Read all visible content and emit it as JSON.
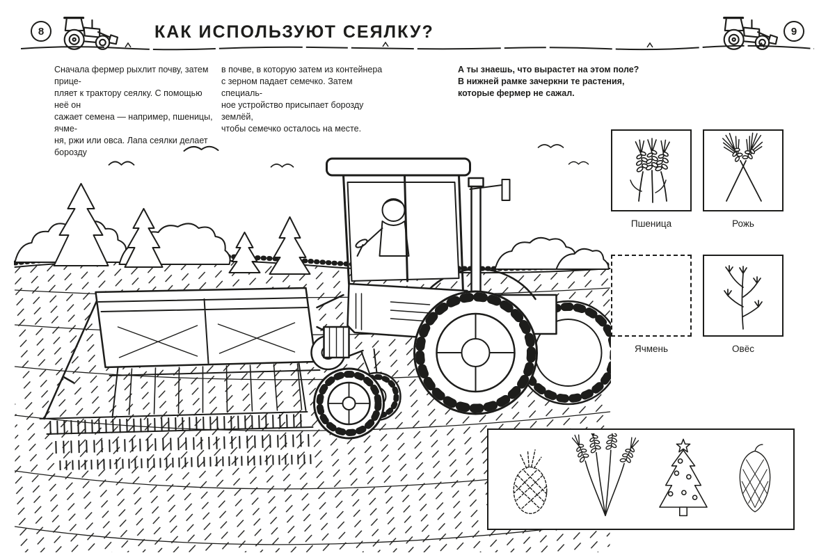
{
  "colors": {
    "ink": "#1d1d1b",
    "paper": "#ffffff"
  },
  "header": {
    "left_page_number": "8",
    "right_page_number": "9",
    "title": "Как используют сеялку?",
    "left_icon": "tractor-icon",
    "right_icon": "tractor-icon"
  },
  "intro": {
    "column1_lines": [
      "Сначала фермер рыхлит почву, затем прице-",
      "пляет к трактору сеялку. С помощью неё он",
      "сажает семена — например, пшеницы, ячме-",
      "ня, ржи или овса. Лапа сеялки делает борозду"
    ],
    "column2_lines": [
      "в почве, в которую затем из контейнера",
      "с зерном падает семечко. Затем специаль-",
      "ное устройство присыпает борозду землёй,",
      "чтобы семечко осталось на месте."
    ],
    "task_lines": [
      "А ты знаешь, что вырастет на этом поле?",
      "В нижней рамке зачеркни те растения,",
      "которые фермер не сажал."
    ]
  },
  "illustration": {
    "name": "tractor-with-seeder-scene",
    "icons": [
      "tractor",
      "seed-drill",
      "driver",
      "birds",
      "fir-trees",
      "bushes",
      "plowed-field"
    ]
  },
  "plant_boxes": [
    {
      "label": "Пшеница",
      "icon": "wheat-icon",
      "frame": "solid"
    },
    {
      "label": "Рожь",
      "icon": "rye-icon",
      "frame": "solid"
    },
    {
      "label": "Ячмень",
      "icon": "empty-box",
      "frame": "dashed"
    },
    {
      "label": "Овёс",
      "icon": "oats-icon",
      "frame": "solid"
    }
  ],
  "bottom_frame": {
    "items": [
      "pineapple-icon",
      "wheat-bunch-icon",
      "fir-tree-icon",
      "pine-cone-icon"
    ]
  }
}
